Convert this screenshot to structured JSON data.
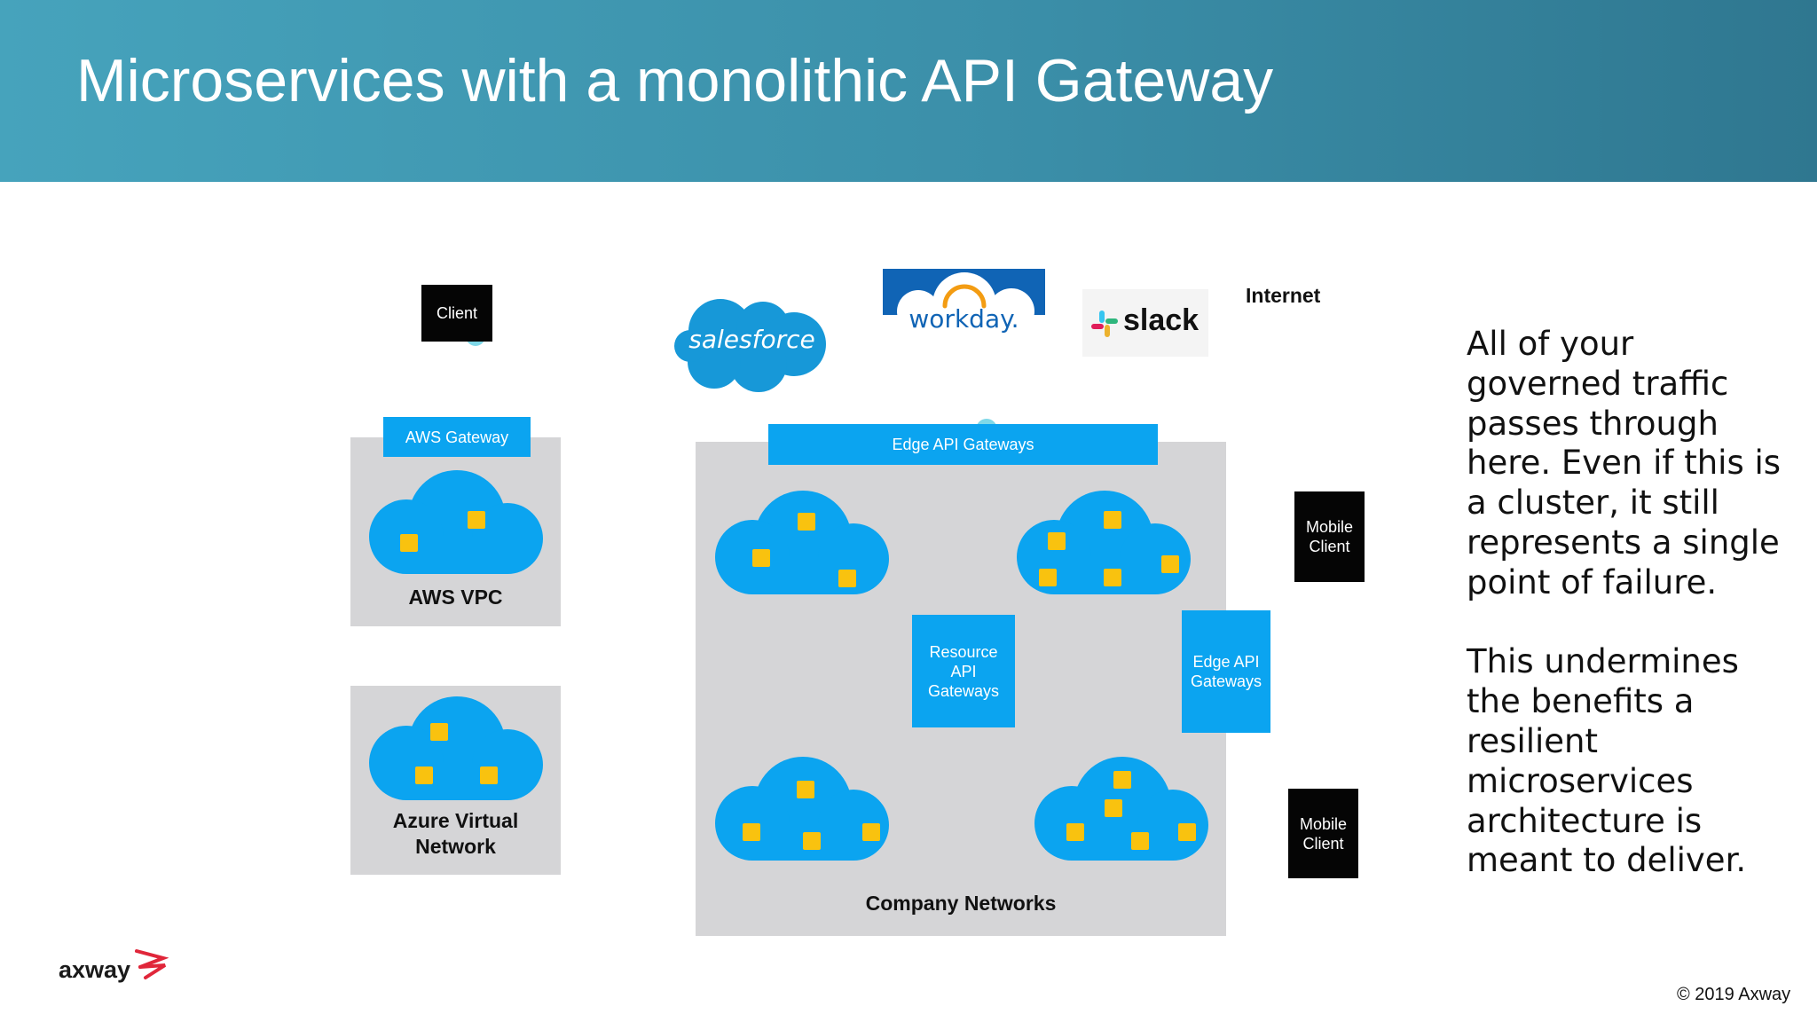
{
  "slide": {
    "title": "Microservices with a monolithic API Gateway",
    "side_text": "All of your governed traffic passes through here. Even if this is a cluster, it still represents a single point of failure.\n\nThis undermines the benefits a resilient microservices architecture is meant to deliver.",
    "copyright": "© 2019 Axway",
    "footer_logo": "axway"
  },
  "diagram": {
    "client_label": "Client",
    "internet_label": "Internet",
    "saas_logos": [
      "salesforce",
      "workday.",
      "slack"
    ],
    "aws": {
      "gateway_label": "AWS Gateway",
      "zone_label": "AWS VPC"
    },
    "azure": {
      "zone_label": "Azure Virtual\nNetwork"
    },
    "company": {
      "zone_label": "Company Networks",
      "edge_top_label": "Edge API Gateways",
      "resource_label": "Resource\nAPI\nGateways",
      "edge_side_label": "Edge API\nGateways"
    },
    "mobile_clients": [
      "Mobile\nClient",
      "Mobile\nClient"
    ]
  },
  "colors": {
    "header": "#3b8fa9",
    "gateway_blue": "#0ba4f0",
    "cloud_blue": "#0ba4f0",
    "service_yellow": "#f9c20f",
    "zone_grey": "#d5d5d7",
    "axway_red": "#e0263a"
  }
}
